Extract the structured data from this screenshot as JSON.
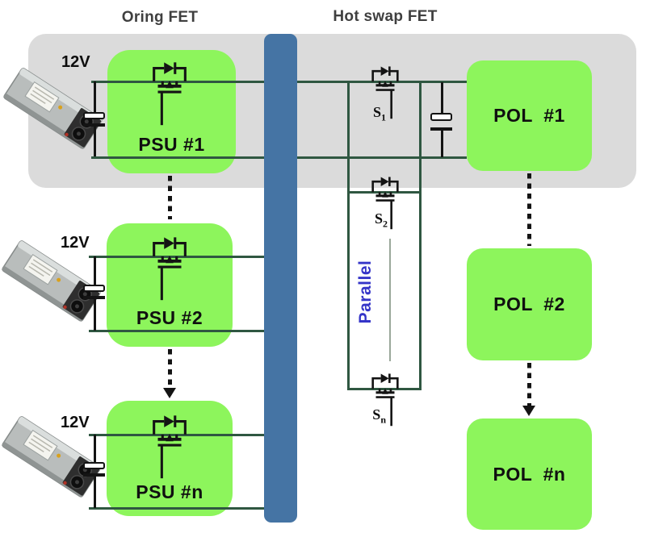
{
  "titles": {
    "oring": "Oring FET",
    "hot_swap": "Hot swap FET"
  },
  "psu_rows": [
    {
      "voltage": "12V",
      "label": "PSU #1"
    },
    {
      "voltage": "12V",
      "label": "PSU #2"
    },
    {
      "voltage": "12V",
      "label": "PSU #n"
    }
  ],
  "pol_boxes": [
    {
      "label": "POL  #1"
    },
    {
      "label": "POL  #2"
    },
    {
      "label": "POL  #n"
    }
  ],
  "switches": [
    {
      "base": "S",
      "sub": "1"
    },
    {
      "base": "S",
      "sub": "2"
    },
    {
      "base": "S",
      "sub": "n"
    }
  ],
  "parallel_label": "Parallel",
  "icons": {
    "mosfet": "mosfet-with-body-diode-icon",
    "capacitor": "electrolytic-capacitor-icon",
    "psu_photo": "server-psu-photo",
    "bus": "12v-bus-bar",
    "arrow": "dashed-continuation-arrow"
  },
  "colors": {
    "box_green": "#8DF55C",
    "panel_gray": "#DBDBDB",
    "bus_blue": "#4574A4",
    "wire": "#2F5741",
    "parallel_text": "#3535C8",
    "title_text": "#3F3F3F",
    "ink": "#141414"
  }
}
